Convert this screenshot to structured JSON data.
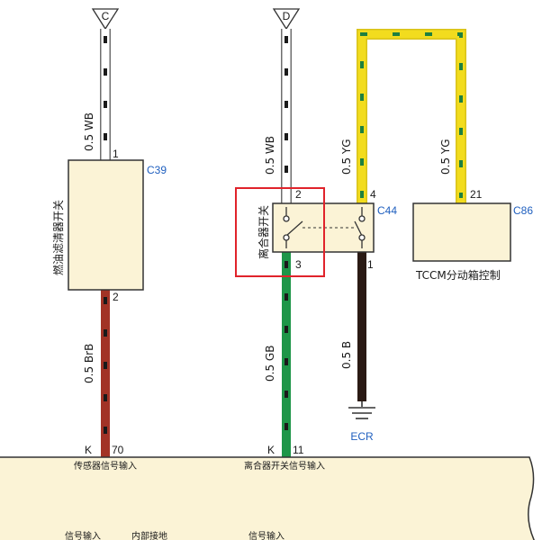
{
  "connectors": {
    "c": {
      "letter": "C"
    },
    "d": {
      "letter": "D"
    }
  },
  "components": {
    "fuel_filter_switch": {
      "name": "燃油滤清器开关",
      "connector": "C39",
      "pin_top": "1",
      "pin_bottom": "2"
    },
    "clutch_switch": {
      "name": "离合器开关",
      "connector": "C44",
      "pin_top_left": "2",
      "pin_top_right": "4",
      "pin_bottom_left": "3",
      "pin_bottom_right": "1"
    },
    "tccm": {
      "name": "TCCM分动箱控制",
      "connector": "C86",
      "pin": "21"
    },
    "ground": {
      "name": "ECR"
    }
  },
  "wires": {
    "wb_left": {
      "label": "0.5 WB",
      "color": "#ffffff"
    },
    "wb_mid": {
      "label": "0.5 WB",
      "color": "#ffffff"
    },
    "yg_left": {
      "label": "0.5 YG",
      "color": "#f2dc1e"
    },
    "yg_right": {
      "label": "0.5 YG",
      "color": "#f2dc1e"
    },
    "brb": {
      "label": "0.5 BrB",
      "color": "#a23326"
    },
    "gb": {
      "label": "0.5 GB",
      "color": "#1e9648"
    },
    "b": {
      "label": "0.5 B",
      "color": "#2a1a14"
    }
  },
  "ecm": {
    "pin_left": {
      "k": "K",
      "num": "70",
      "desc": "传感器信号输入"
    },
    "pin_mid": {
      "k": "K",
      "num": "11",
      "desc": "离合器开关信号输入"
    },
    "row2": [
      "信号输入",
      "内部接地",
      "信号输入"
    ]
  },
  "colors": {
    "highlight": "#e0232b",
    "component_fill": "#fbf3d6",
    "ecm_fill": "#fbf3d6",
    "connector_text": "#1f5fbf"
  }
}
